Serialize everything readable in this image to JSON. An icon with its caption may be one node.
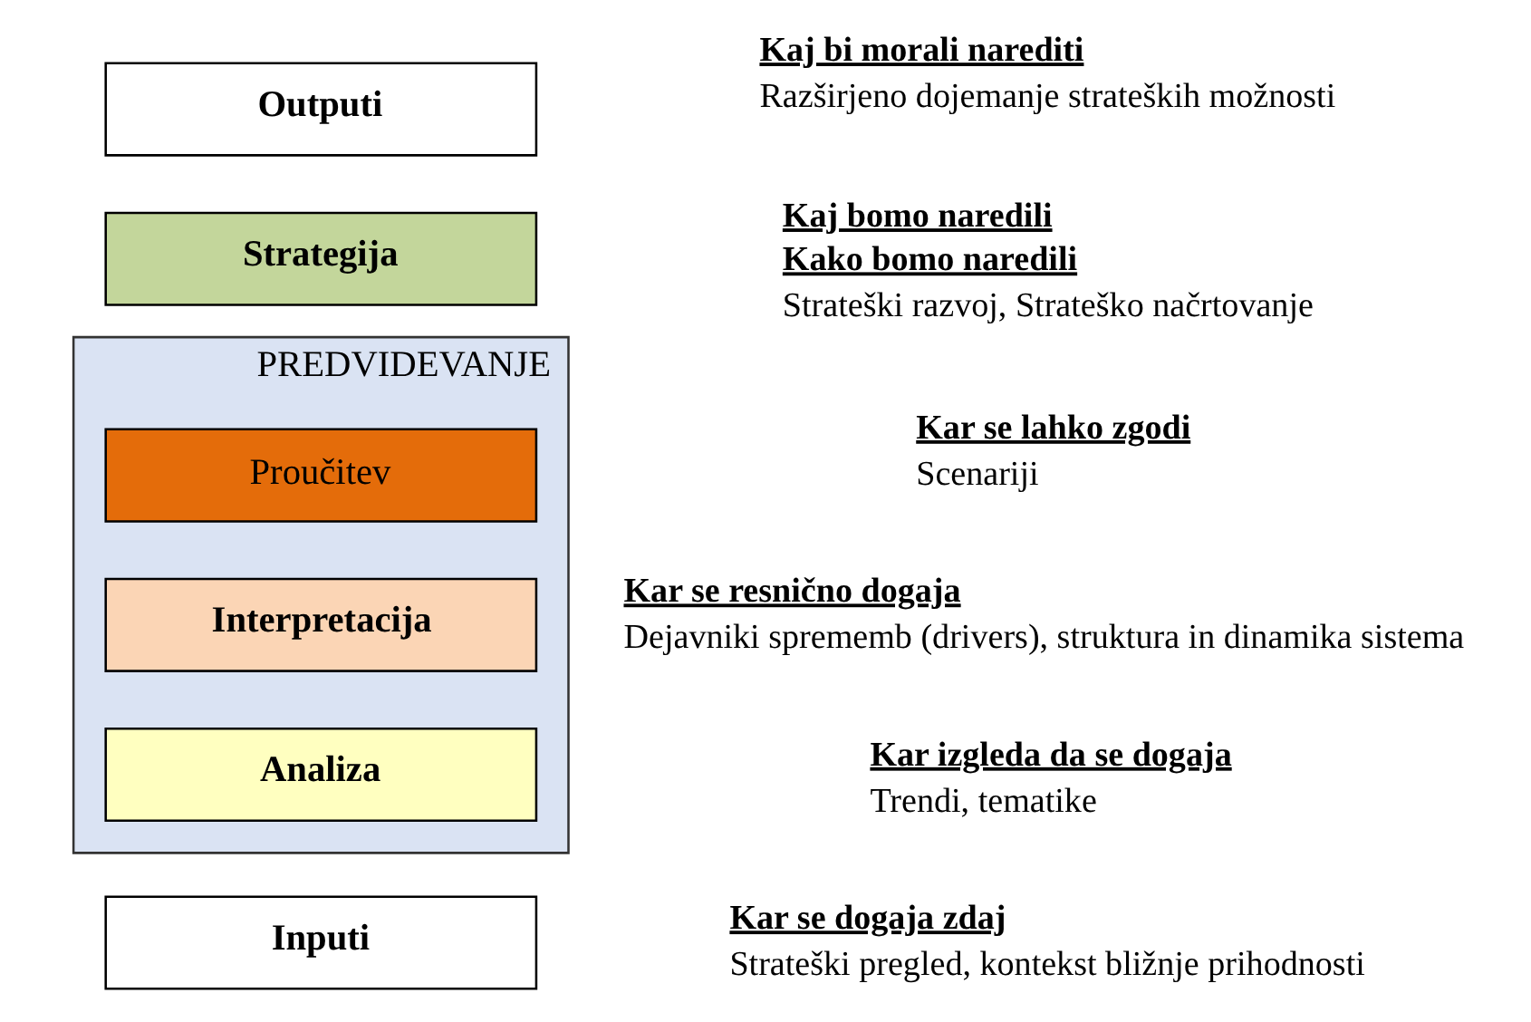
{
  "diagram": {
    "nodes": [
      {
        "text": [
          "Inputi"
        ],
        "beside": [
          "Kar se dogaja zdaj",
          "Strateški pregled, kontekst bližnje prihodnosti"
        ]
      },
      {
        "text": [
          "PREDVIDEVANJE"
        ]
      },
      {
        "text": [
          "Analiza"
        ],
        "in": 1,
        "beside": [
          "Kar izgleda da se dogaja",
          "Trendi, tematike"
        ]
      },
      {
        "text": [
          "Interpretacija"
        ],
        "in": 1,
        "beside": [
          "Kar se resnično dogaja",
          "Dejavniki sprememb (drivers), struktura in dinamika sistema"
        ]
      },
      {
        "text": [
          "Proučitev"
        ],
        "in": 1,
        "beside": [
          "Kar se lahko zgodi",
          "Scenariji"
        ]
      },
      {
        "text": [
          "Outputi"
        ],
        "beside": [
          "Kaj bi morali narediti",
          "Razširjeno dojemanje strateških možnosti"
        ]
      },
      {
        "text": [
          "Strategija"
        ],
        "beside": [
          "Kaj bomo naredili",
          "Kako bomo naredili",
          "Strateški razvoj, Strateško načrtovanje"
        ]
      }
    ],
    "edges": []
  }
}
